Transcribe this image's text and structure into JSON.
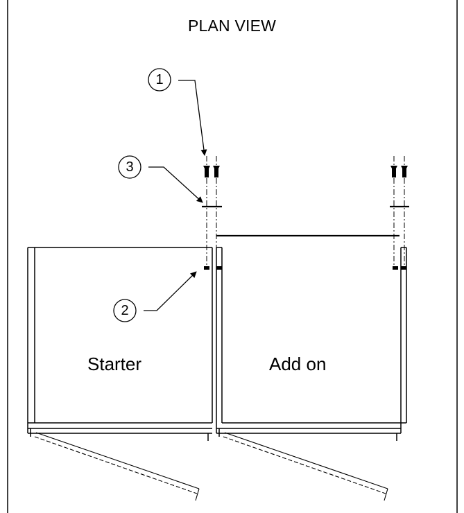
{
  "title": "PLAN VIEW",
  "labels": {
    "starter": "Starter",
    "add_on": "Add on"
  },
  "callouts": [
    "1",
    "2",
    "3"
  ],
  "colors": {
    "line": "#000000",
    "background": "#ffffff"
  }
}
